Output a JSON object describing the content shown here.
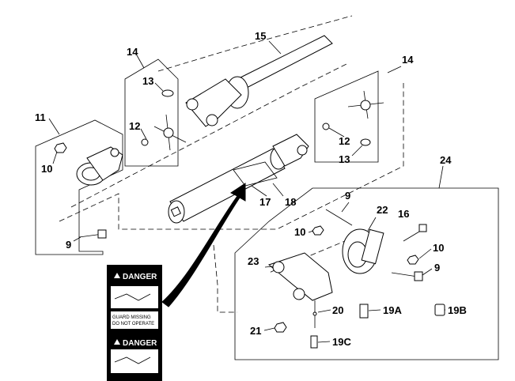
{
  "callouts": {
    "c11": "11",
    "c10a": "10",
    "c9a": "9",
    "c14a": "14",
    "c13a": "13",
    "c12a": "12",
    "c15": "15",
    "c14b": "14",
    "c12b": "12",
    "c13b": "13",
    "c17": "17",
    "c18": "18",
    "c24": "24",
    "c9b": "9",
    "c22": "22",
    "c16": "16",
    "c10b": "10",
    "c10c": "10",
    "c23": "23",
    "c9c": "9",
    "c20": "20",
    "c21": "21",
    "c19a": "19A",
    "c19b": "19B",
    "c19c": "19C"
  },
  "decal": {
    "danger_1": "DANGER",
    "line1": "GUARD MISSING",
    "line2": "DO NOT OPERATE",
    "danger_2": "DANGER"
  }
}
